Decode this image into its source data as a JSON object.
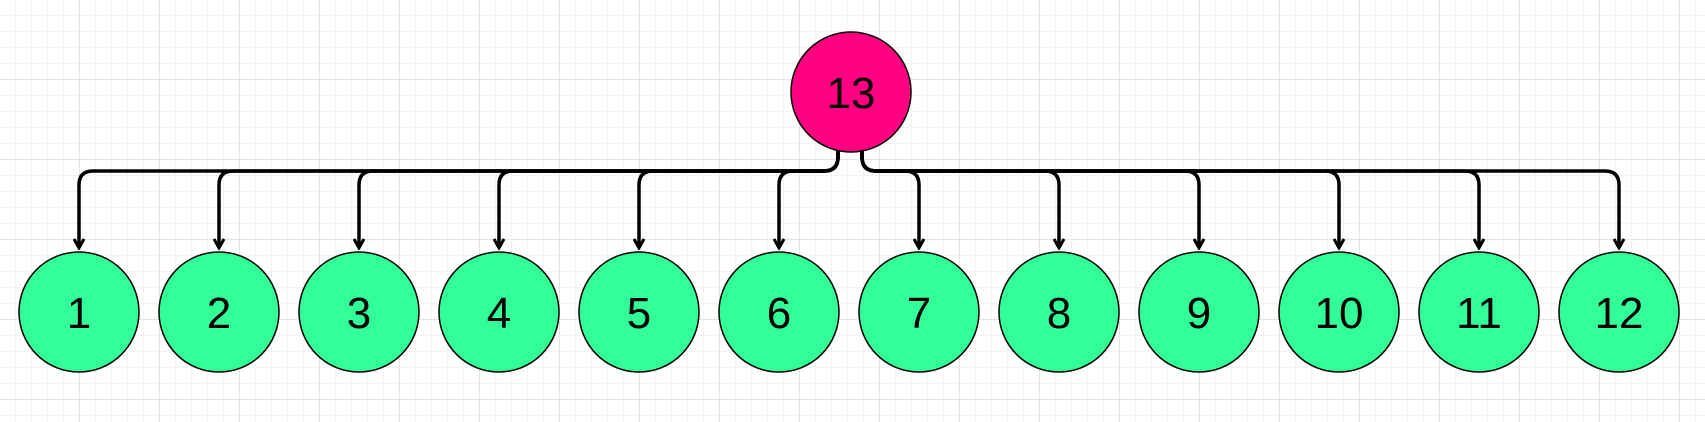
{
  "diagram": {
    "root": {
      "label": "13",
      "color": "#ff0080"
    },
    "children": [
      {
        "label": "1"
      },
      {
        "label": "2"
      },
      {
        "label": "3"
      },
      {
        "label": "4"
      },
      {
        "label": "5"
      },
      {
        "label": "6"
      },
      {
        "label": "7"
      },
      {
        "label": "8"
      },
      {
        "label": "9"
      },
      {
        "label": "10"
      },
      {
        "label": "11"
      },
      {
        "label": "12"
      }
    ],
    "child_color": "#33ff99",
    "stroke_color": "#000000"
  }
}
